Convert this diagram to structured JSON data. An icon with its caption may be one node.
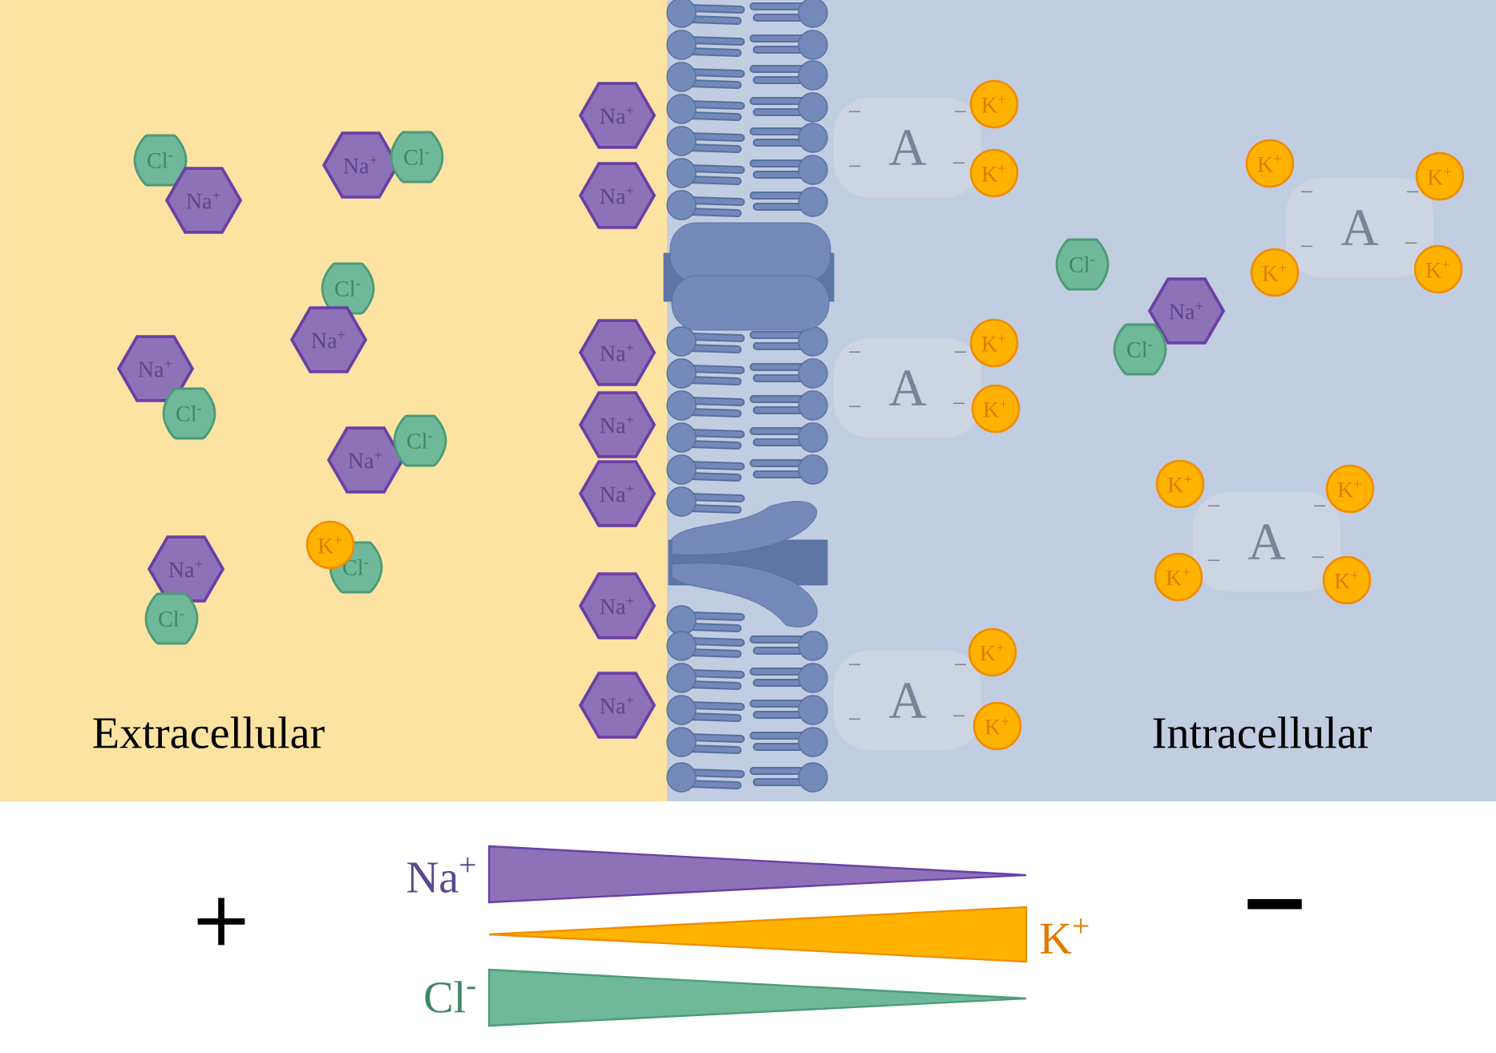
{
  "diagram": {
    "nodes": [
      {
        "text": [
          "Cl$^{-}$"
        ]
      },
      {
        "text": [
          "Na$^{+}$"
        ]
      },
      {
        "text": [
          "Na$^{+}$"
        ]
      },
      {
        "text": [
          "Cl$^{-}$"
        ]
      },
      {
        "text": [
          "Cl$^{-}$"
        ]
      },
      {
        "text": [
          "Na$^{+}$"
        ]
      },
      {
        "text": [
          "Na$^{+}$"
        ]
      },
      {
        "text": [
          "Cl$^{-}$"
        ]
      },
      {
        "text": [
          "Na$^{+}$"
        ]
      },
      {
        "text": [
          "Cl$^{-}$"
        ]
      },
      {
        "text": [
          "Na$^{+}$"
        ]
      },
      {
        "text": [
          "Cl$^{-}$"
        ]
      },
      {
        "text": [
          "Cl$^{-}$"
        ]
      },
      {
        "text": [
          "K$^{+}$"
        ]
      },
      {
        "text": [
          "Na$^{+}$"
        ]
      },
      {
        "text": [
          "Na$^{+}$"
        ]
      },
      {
        "text": [
          "Na$^{+}$"
        ]
      },
      {
        "text": [
          "Na$^{+}$"
        ]
      },
      {
        "text": [
          "Na$^{+}$"
        ]
      },
      {
        "text": [
          "Na$^{+}$"
        ]
      },
      {
        "text": [
          "Na$^{+}$"
        ]
      },
      {
        "text": [
          "A",
          "−",
          "−",
          "−",
          "−"
        ]
      },
      {
        "text": [
          "K$^{+}$"
        ]
      },
      {
        "text": [
          "K$^{+}$"
        ]
      },
      {
        "text": [
          "A",
          "−",
          "−",
          "−",
          "−"
        ]
      },
      {
        "text": [
          "K$^{+}$"
        ]
      },
      {
        "text": [
          "K$^{+}$"
        ]
      },
      {
        "text": [
          "A",
          "−",
          "−",
          "−",
          "−"
        ]
      },
      {
        "text": [
          "K$^{+}$"
        ]
      },
      {
        "text": [
          "K$^{+}$"
        ]
      },
      {
        "text": [
          "K$^{+}$"
        ]
      },
      {
        "text": [
          "A",
          "−",
          "−",
          "−",
          "−"
        ]
      },
      {
        "text": [
          "K$^{+}$"
        ]
      },
      {
        "text": [
          "Cl$^{-}$"
        ]
      },
      {
        "text": [
          "K$^{+}$"
        ]
      },
      {
        "text": [
          "K$^{+}$"
        ]
      },
      {
        "text": [
          "Na$^{+}$"
        ]
      },
      {
        "text": [
          "Cl$^{-}$"
        ]
      },
      {
        "text": [
          "K$^{+}$"
        ]
      },
      {
        "text": [
          "A",
          "−",
          "−",
          "−",
          "−"
        ]
      },
      {
        "text": [
          "K$^{+}$"
        ]
      },
      {
        "text": [
          "K$^{+}$"
        ]
      },
      {
        "text": [
          "K$^{+}$"
        ]
      },
      {
        "text": [],
        "shape": "triangle",
        "beside": [
          "Na$^{+}$"
        ]
      },
      {
        "text": [],
        "shape": "triangle",
        "beside": [
          "K$^{+}$"
        ]
      },
      {
        "text": [],
        "shape": "triangle",
        "beside": [
          "Cl$^{-}$"
        ]
      }
    ],
    "labels": [
      "Extracellular",
      "Intracellular",
      "+",
      "−"
    ]
  }
}
